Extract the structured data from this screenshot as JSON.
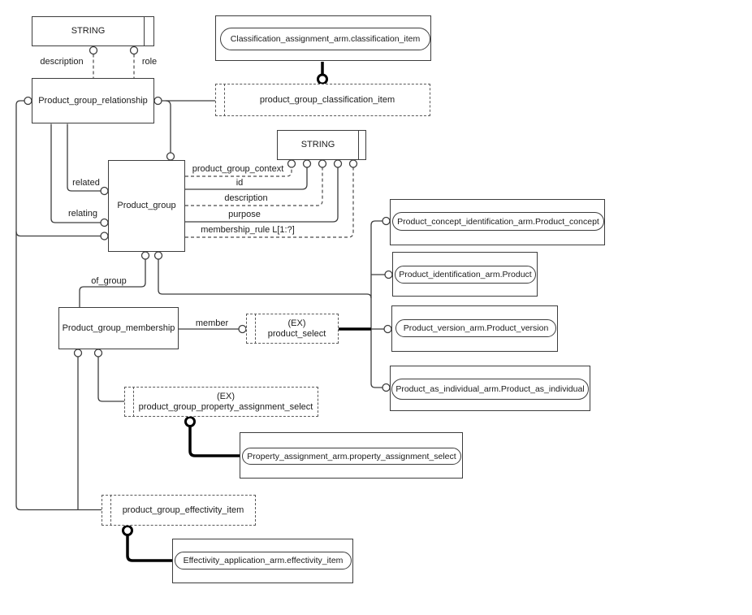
{
  "boxes": {
    "string_top": "STRING",
    "string_right": "STRING",
    "relationship": "Product_group_relationship",
    "product_group": "Product_group",
    "membership": "Product_group_membership",
    "classification_ref": "Classification_assignment_arm.classification_item",
    "classification_select": "product_group_classification_item",
    "product_select_tag": "(EX)",
    "product_select": "product_select",
    "prop_select_tag": "(EX)",
    "prop_select": "product_group_property_assignment_select",
    "effectivity_select": "product_group_effectivity_item",
    "concept_ref": "Product_concept_identification_arm.Product_concept",
    "product_ref": "Product_identification_arm.Product",
    "version_ref": "Product_version_arm.Product_version",
    "individual_ref": "Product_as_individual_arm.Product_as_individual",
    "property_ref": "Property_assignment_arm.property_assignment_select",
    "effectivity_ref": "Effectivity_application_arm.effectivity_item"
  },
  "labels": {
    "description_top": "description",
    "role": "role",
    "related": "related",
    "relating": "relating",
    "product_group_context": "product_group_context",
    "id": "id",
    "description": "description",
    "purpose": "purpose",
    "membership_rule": "membership_rule L[1:?]",
    "of_group": "of_group",
    "member": "member"
  },
  "colors": {
    "line": "#3d3d3d",
    "bold_line": "#000000",
    "background": "#ffffff"
  }
}
